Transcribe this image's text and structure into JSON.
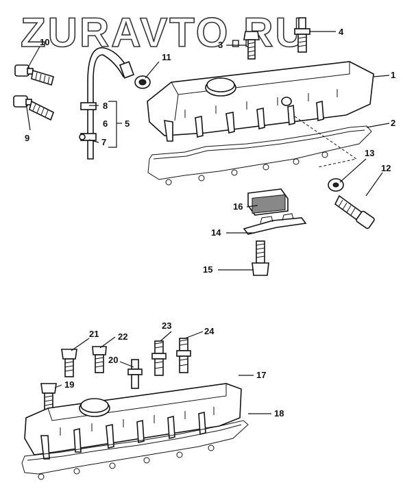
{
  "watermark": "ZURAVTO.RU",
  "callouts": {
    "c1": "1",
    "c2": "2",
    "c3": "3",
    "c4": "4",
    "c5": "5",
    "c6": "6",
    "c7": "7",
    "c8": "8",
    "c9": "9",
    "c10": "10",
    "c11": "11",
    "c12": "12",
    "c13": "13",
    "c14": "14",
    "c15": "15",
    "c16": "16",
    "c17": "17",
    "c18": "18",
    "c19": "19",
    "c20": "20",
    "c21": "21",
    "c22": "22",
    "c23": "23",
    "c24": "24"
  }
}
